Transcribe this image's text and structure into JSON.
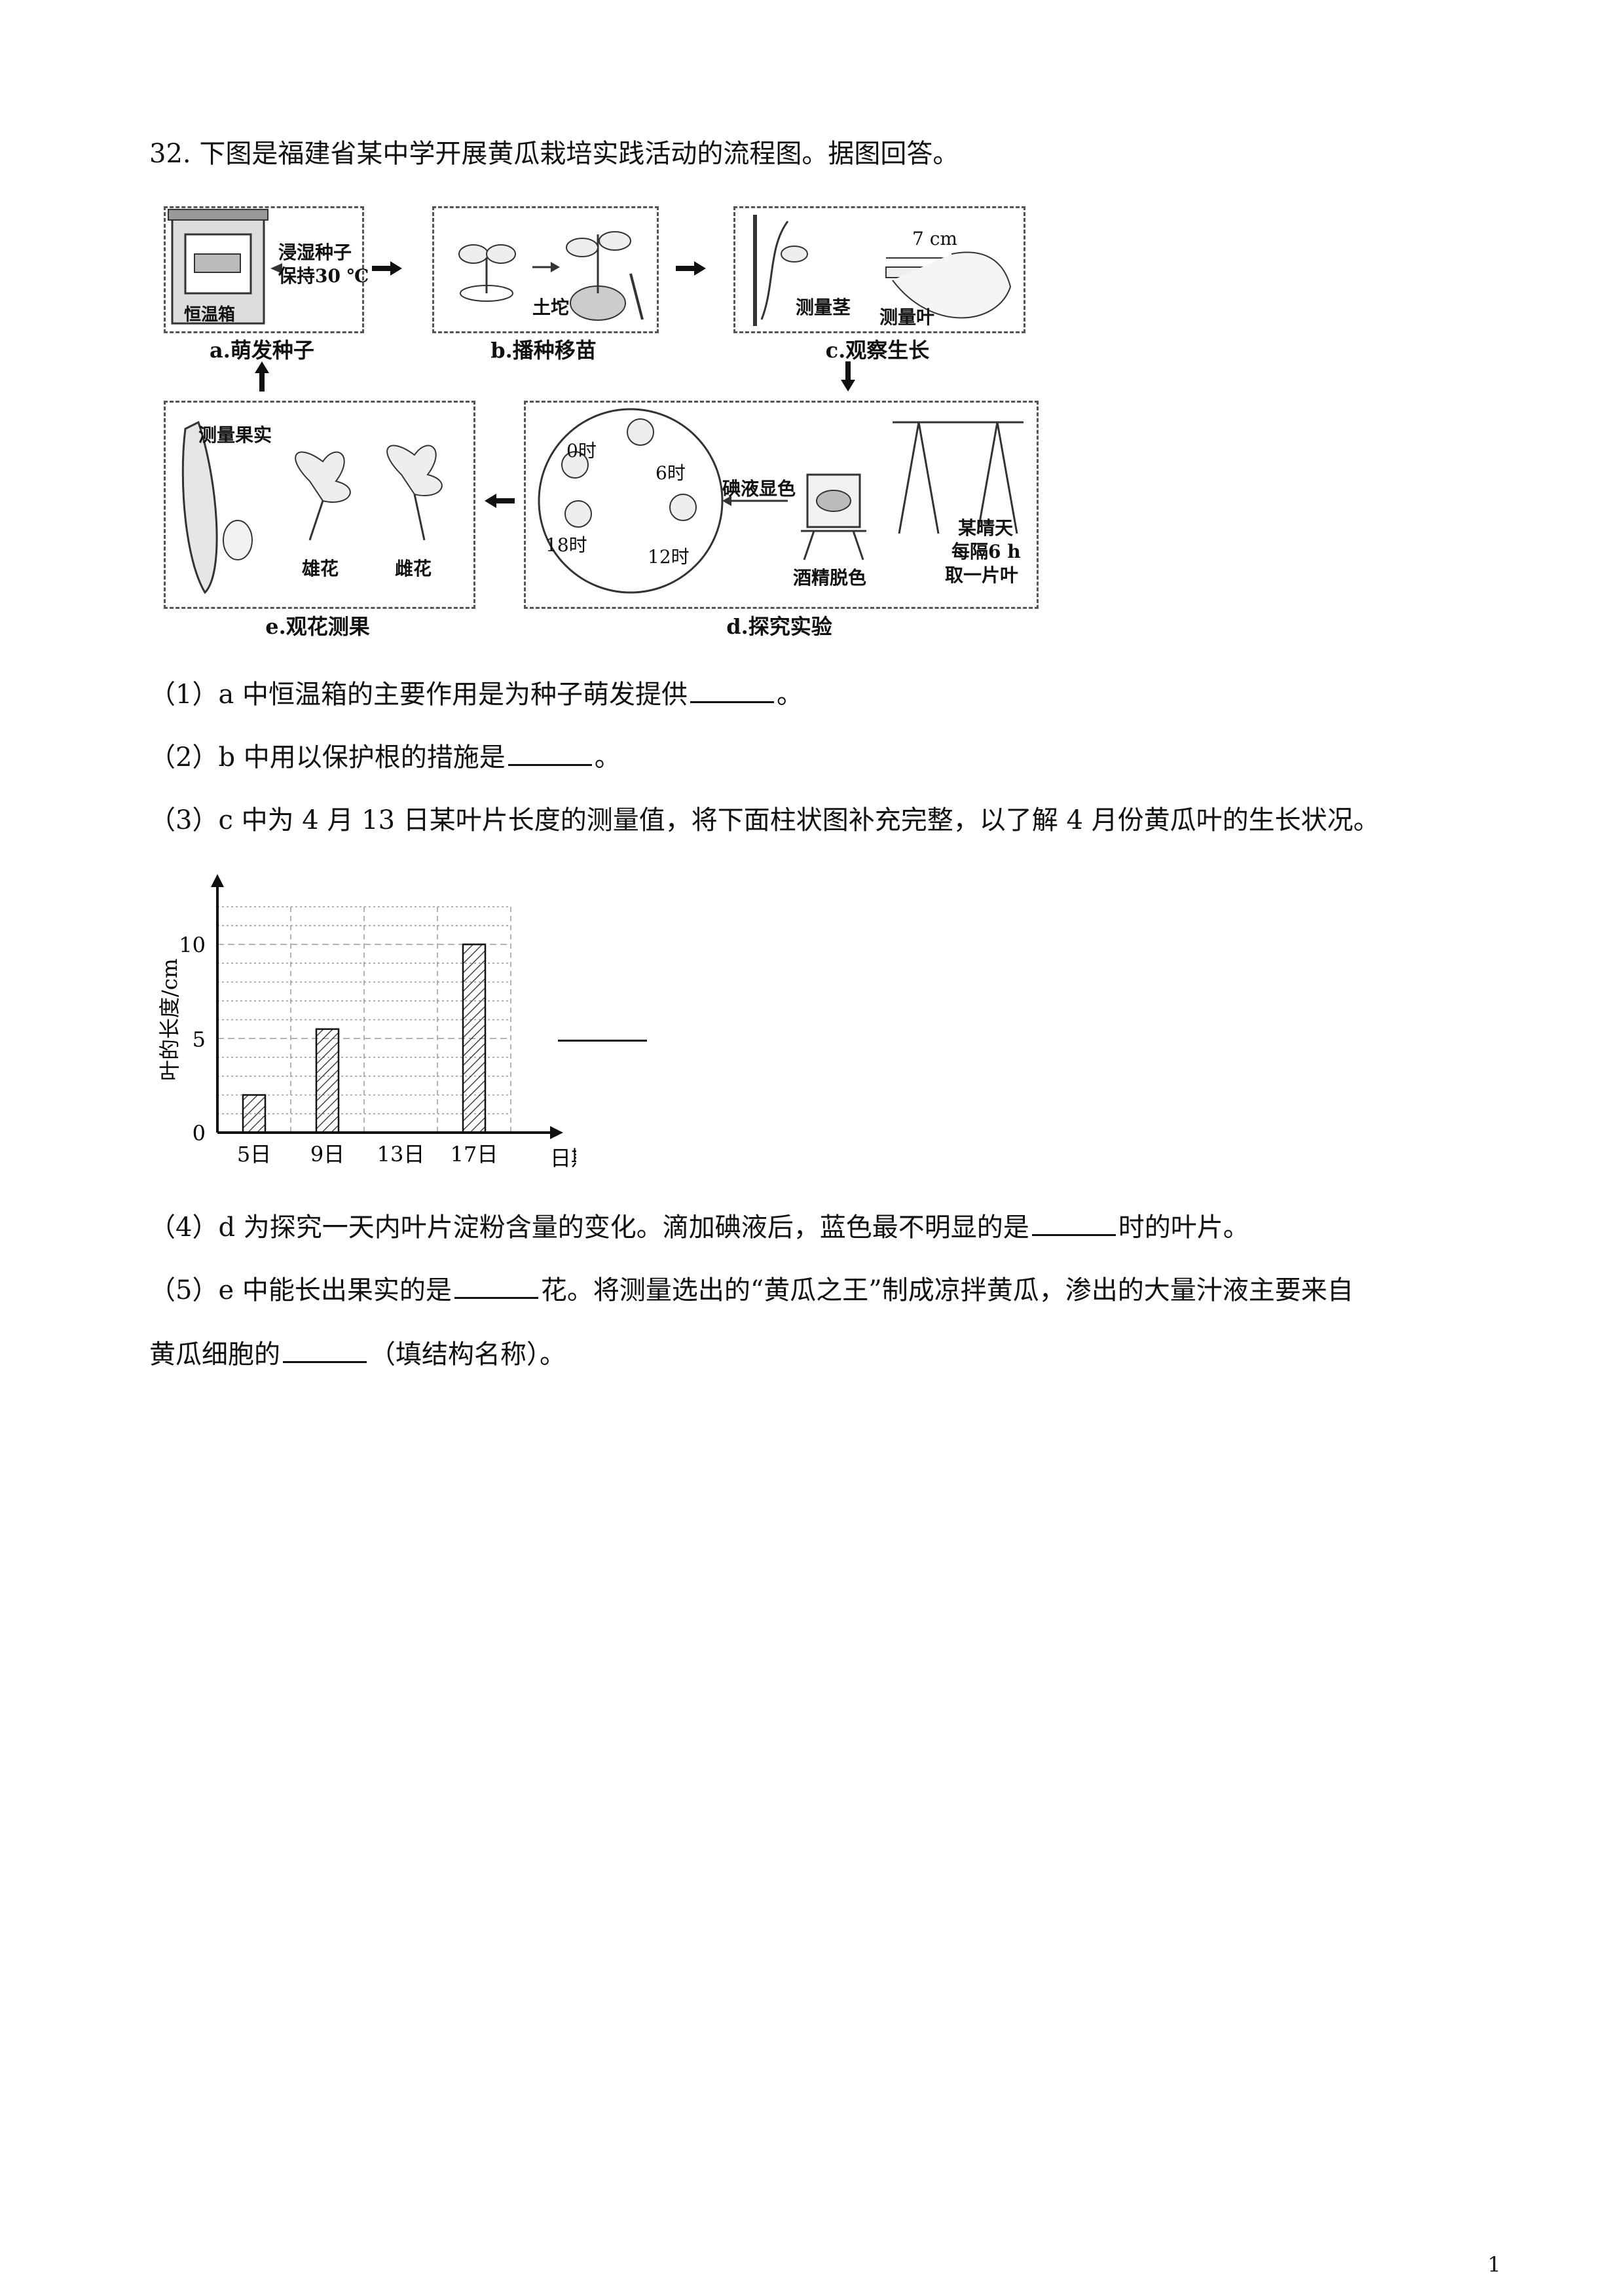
{
  "question": {
    "title": "32. 下图是福建省某中学开展黄瓜栽培实践活动的流程图。据图回答。",
    "sub1": {
      "pre": "（1）a 中恒温箱的主要作用是为种子萌发提供",
      "post": "。"
    },
    "sub2": {
      "pre": "（2）b 中用以保护根的措施是",
      "post": "。"
    },
    "sub3": {
      "text": "（3）c 中为 4 月 13 日某叶片长度的测量值，将下面柱状图补充完整，以了解 4 月份黄瓜叶的生长状况。"
    },
    "sub4": {
      "pre": "（4）d 为探究一天内叶片淀粉含量的变化。滴加碘液后，蓝色最不明显的是",
      "post": "时的叶片。"
    },
    "sub5": {
      "pre": "（5）e 中能长出果实的是",
      "mid": "花。将测量选出的“黄瓜之王”制成凉拌黄瓜，渗出的大量汁液主要来自"
    },
    "sub5b": {
      "pre": "黄瓜细胞的",
      "post": "（填结构名称）。"
    }
  },
  "flowchart": {
    "panel_a": {
      "caption": "a.萌发种子",
      "label_box": "恒温箱",
      "label_1": "浸湿种子",
      "label_2": "保持30 ℃"
    },
    "panel_b": {
      "caption": "b.播种移苗",
      "label_soil": "土坨"
    },
    "panel_c": {
      "caption": "c.观察生长",
      "label_len": "7 cm",
      "label_stem": "测量茎",
      "label_leaf": "测量叶"
    },
    "panel_d": {
      "caption": "d.探究实验",
      "t0": "0时",
      "t6": "6时",
      "t12": "12时",
      "t18": "18时",
      "iodine": "碘液显色",
      "alcohol": "酒精脱色",
      "sunny_1": "某晴天",
      "sunny_2": "每隔6 h",
      "sunny_3": "取一片叶"
    },
    "panel_e": {
      "caption": "e.观花测果",
      "fruit": "测量果实",
      "male": "雄花",
      "female": "雌花"
    }
  },
  "chart_data": {
    "type": "bar",
    "categories": [
      "5日",
      "9日",
      "13日",
      "17日"
    ],
    "values": [
      2,
      5.5,
      null,
      10
    ],
    "xlabel": "日期",
    "ylabel": "叶的长度/cm",
    "ylim": [
      0,
      12
    ],
    "yticks": [
      0,
      5,
      10
    ],
    "grid": true
  },
  "page": {
    "number": "1"
  }
}
